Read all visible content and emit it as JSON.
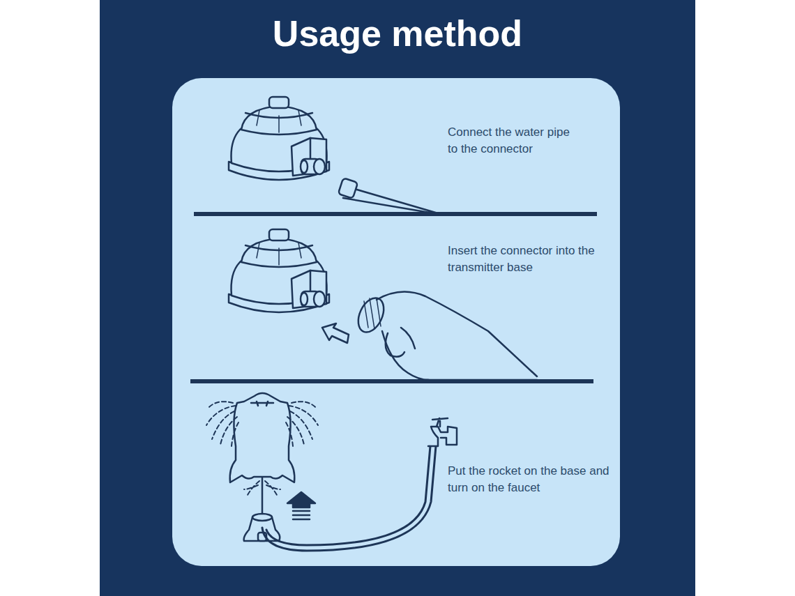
{
  "diagram": {
    "title": "Usage method",
    "nodes": [
      {
        "text": [
          "Connect the water pipe to the connector",
          "Insert the connector into the transmitter base",
          "Put the rocket on the base and turn on the faucet"
        ]
      }
    ]
  }
}
